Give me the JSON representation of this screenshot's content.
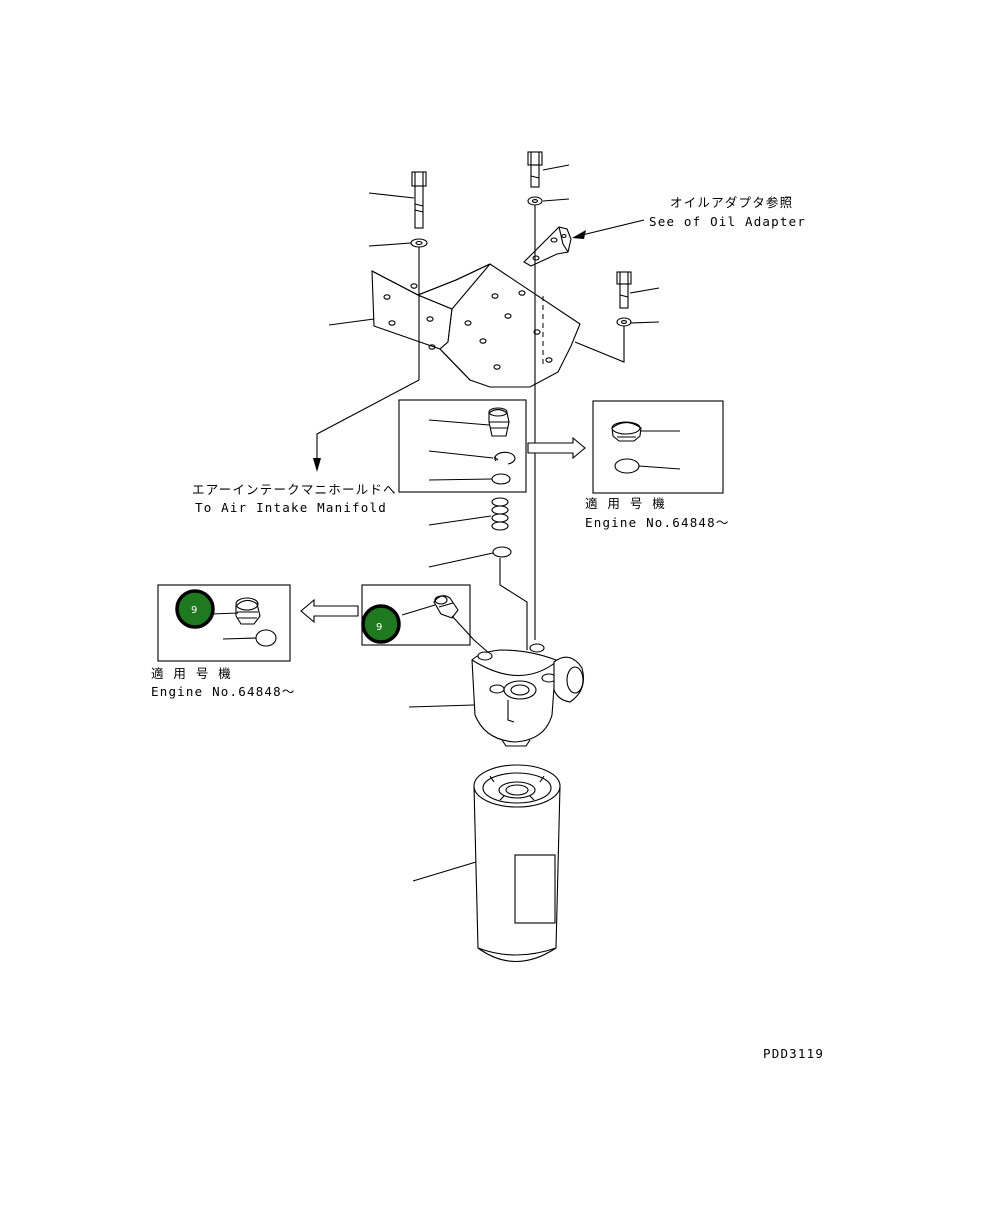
{
  "notes": {
    "oil_adapter_jp": "オイルアダプタ参照",
    "oil_adapter_en": "See of Oil Adapter",
    "intake_jp": "エアーインテークマニホールドへ",
    "intake_en": "To Air Intake Manifold",
    "applicable_right_jp": "適 用 号 機",
    "applicable_right_en": "Engine No.64848～",
    "applicable_left_jp": "適 用 号 機",
    "applicable_left_en": "Engine No.64848～"
  },
  "badges": {
    "left": "9",
    "center": "9",
    "color": "#1f7a1f"
  },
  "drawing_code": "PDD3119"
}
